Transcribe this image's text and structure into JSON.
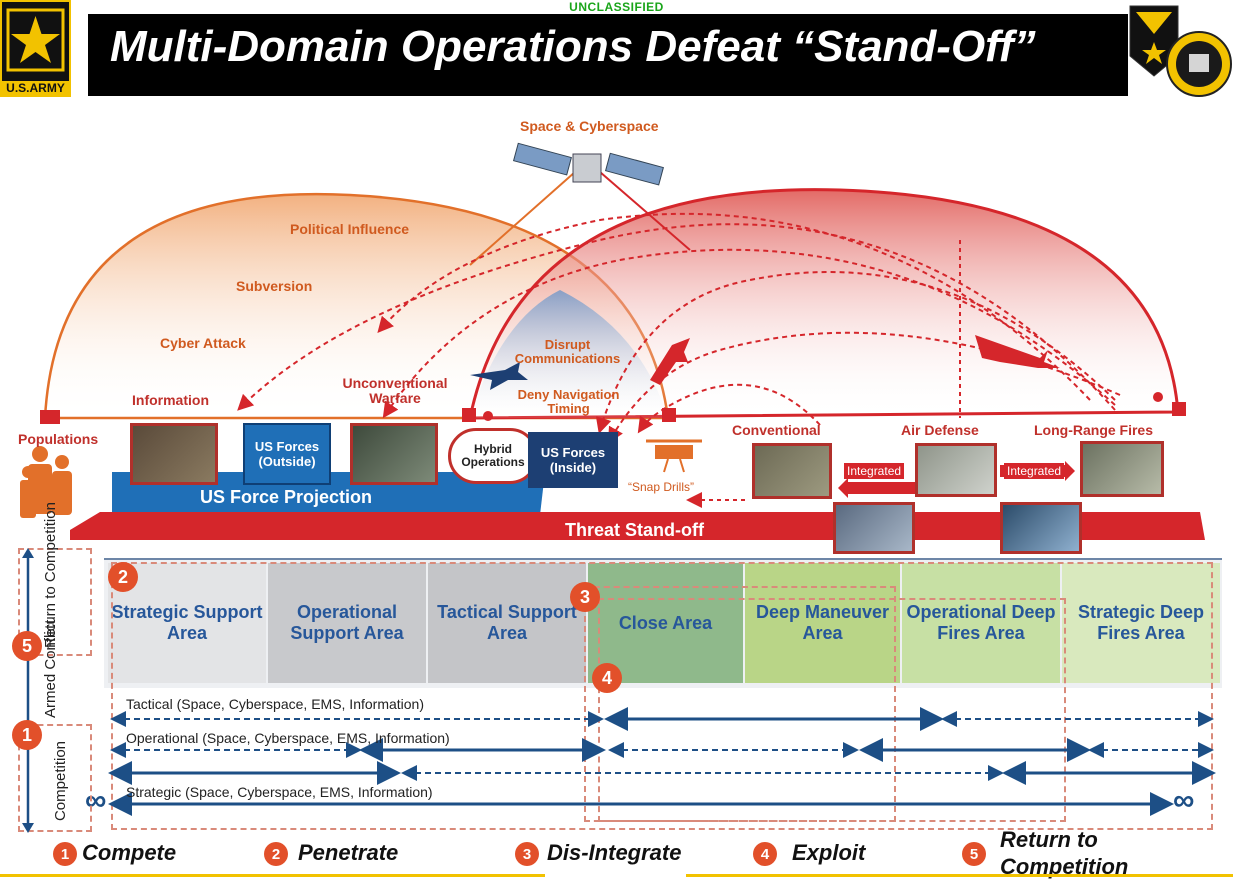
{
  "classification": "UNCLASSIFIED",
  "title": "Multi-Domain Operations Defeat “Stand-Off”",
  "logo_text": "U.S.ARMY",
  "top_label": "Space & Cyberspace",
  "left_arc_labels": [
    "Political Influence",
    "Subversion",
    "Cyber Attack"
  ],
  "populations": "Populations",
  "information": "Information",
  "us_forces_outside": "US Forces (Outside)",
  "unconventional_warfare": "Unconventional Warfare",
  "hybrid_operations": "Hybrid Operations",
  "us_forces_inside": "US Forces (Inside)",
  "disrupt_communications": "Disrupt Communications",
  "deny_navigation_timing": "Deny Navigation Timing",
  "snap_drills": "“Snap Drills”",
  "conventional": "Conventional",
  "air_defense": "Air Defense",
  "long_range_fires": "Long-Range Fires",
  "integrated_1": "Integrated",
  "integrated_2": "Integrated",
  "us_force_projection": "US Force Projection",
  "threat_standoff": "Threat Stand-off",
  "areas": [
    "Strategic Support Area",
    "Operational Support Area",
    "Tactical Support Area",
    "Close Area",
    "Deep Maneuver Area",
    "Operational Deep Fires Area",
    "Strategic Deep Fires Area"
  ],
  "area_colors": [
    "#e3e4e6",
    "#c8c9cc",
    "#c4c5c8",
    "#8fb98b",
    "#b9d587",
    "#c7e0a4",
    "#d9e9be"
  ],
  "ranges": [
    "Tactical (Space, Cyberspace, EMS, Information)",
    "Operational (Space, Cyberspace, EMS, Information)",
    "Strategic (Space, Cyberspace, EMS, Information)"
  ],
  "side_labels": {
    "return_to_competition": "Return to Competition",
    "armed_conflict": "Armed Conflict",
    "competition": "Competition"
  },
  "infinity": "∞",
  "phases": [
    {
      "num": "1",
      "label": "Compete"
    },
    {
      "num": "2",
      "label": "Penetrate"
    },
    {
      "num": "3",
      "label": "Dis-Integrate"
    },
    {
      "num": "4",
      "label": "Exploit"
    },
    {
      "num": "5",
      "label": "Return to Competition"
    }
  ],
  "colors": {
    "orange": "#e2702a",
    "red": "#d5262b",
    "blue": "#1f6fb7",
    "navy": "#1d3f73",
    "gold": "#f2c200"
  }
}
